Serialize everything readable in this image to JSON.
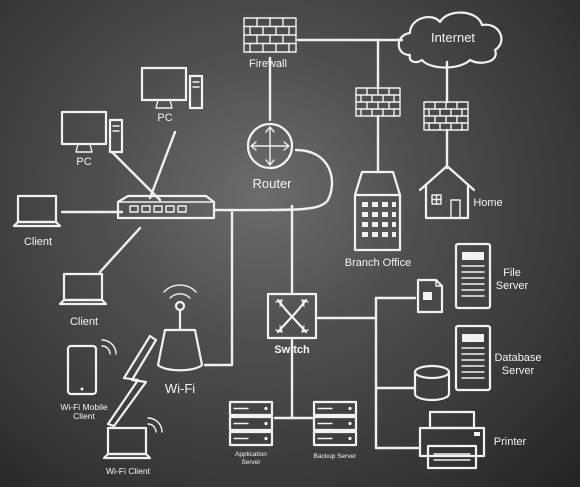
{
  "labels": {
    "internet": "Internet",
    "firewall": "Firewall",
    "router": "Router",
    "pc_top": "PC",
    "pc_left": "PC",
    "client_left": "Client",
    "client_bottom": "Client",
    "wifi": "Wi-Fi",
    "wifi_mobile_line1": "Wi-Fi Mobile",
    "wifi_mobile_line2": "Client",
    "wifi_client": "Wi-Fi Client",
    "branch_office": "Branch Office",
    "home": "Home",
    "switch": "Switch",
    "file_server_line1": "File",
    "file_server_line2": "Server",
    "database_server_line1": "Database",
    "database_server_line2": "Server",
    "printer": "Printer",
    "application_server_line1": "Application",
    "application_server_line2": "Server",
    "backup_server": "Backup Server"
  },
  "colors": {
    "chalk": "#f2f2f2",
    "board": "#4d4f52"
  },
  "icons": [
    "cloud-icon",
    "firewall-icon",
    "router-icon",
    "pc-icon",
    "laptop-icon",
    "hub-icon",
    "wifi-access-point-icon",
    "tablet-icon",
    "lightning-icon",
    "building-icon",
    "house-icon",
    "switch-icon",
    "server-icon",
    "document-icon",
    "database-icon",
    "printer-icon"
  ]
}
